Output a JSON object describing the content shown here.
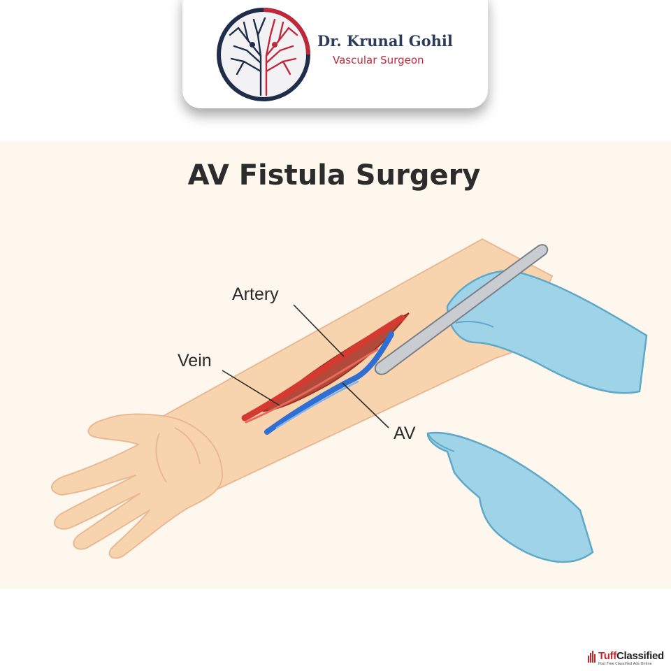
{
  "logo": {
    "name": "Dr. Krunal Gohil",
    "subtitle": "Vascular Surgeon"
  },
  "diagram": {
    "title": "AV Fistula Surgery",
    "labels": {
      "artery": "Artery",
      "vein": "Vein",
      "av": "AV"
    }
  },
  "colors": {
    "artery": "#d43a2f",
    "vein": "#2f6fd3",
    "skin": "#f8d4ae",
    "glove": "#9fd3e8",
    "panel": "#fdf7ee"
  },
  "watermark": {
    "brand_part1": "Tuff",
    "brand_part2": "Classified",
    "tagline": "Post Free Classified Ads Online",
    "icon": "bar-chart-icon"
  }
}
